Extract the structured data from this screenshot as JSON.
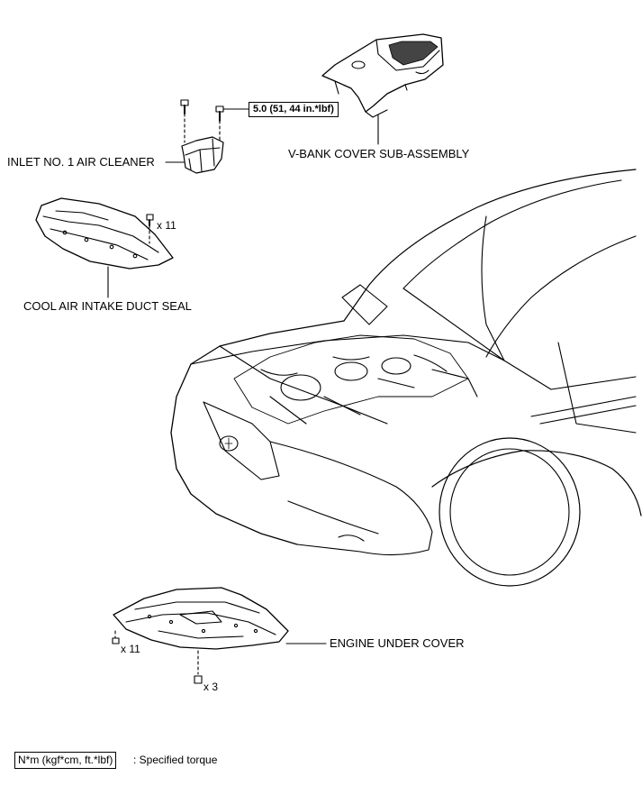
{
  "parts": {
    "v_bank_cover": "V-BANK COVER SUB-ASSEMBLY",
    "inlet_air_cleaner": "INLET NO. 1 AIR CLEANER",
    "cool_air_duct_seal": "COOL AIR INTAKE DUCT SEAL",
    "engine_under_cover": "ENGINE UNDER COVER"
  },
  "torque_spec": "5.0 (51, 44 in.*lbf)",
  "quantities": {
    "duct_seal_clips": "x 11",
    "under_cover_clips": "x 11",
    "under_cover_bolts": "x 3"
  },
  "legend": {
    "unit": "N*m (kgf*cm, ft.*lbf)",
    "description": ": Specified torque"
  }
}
